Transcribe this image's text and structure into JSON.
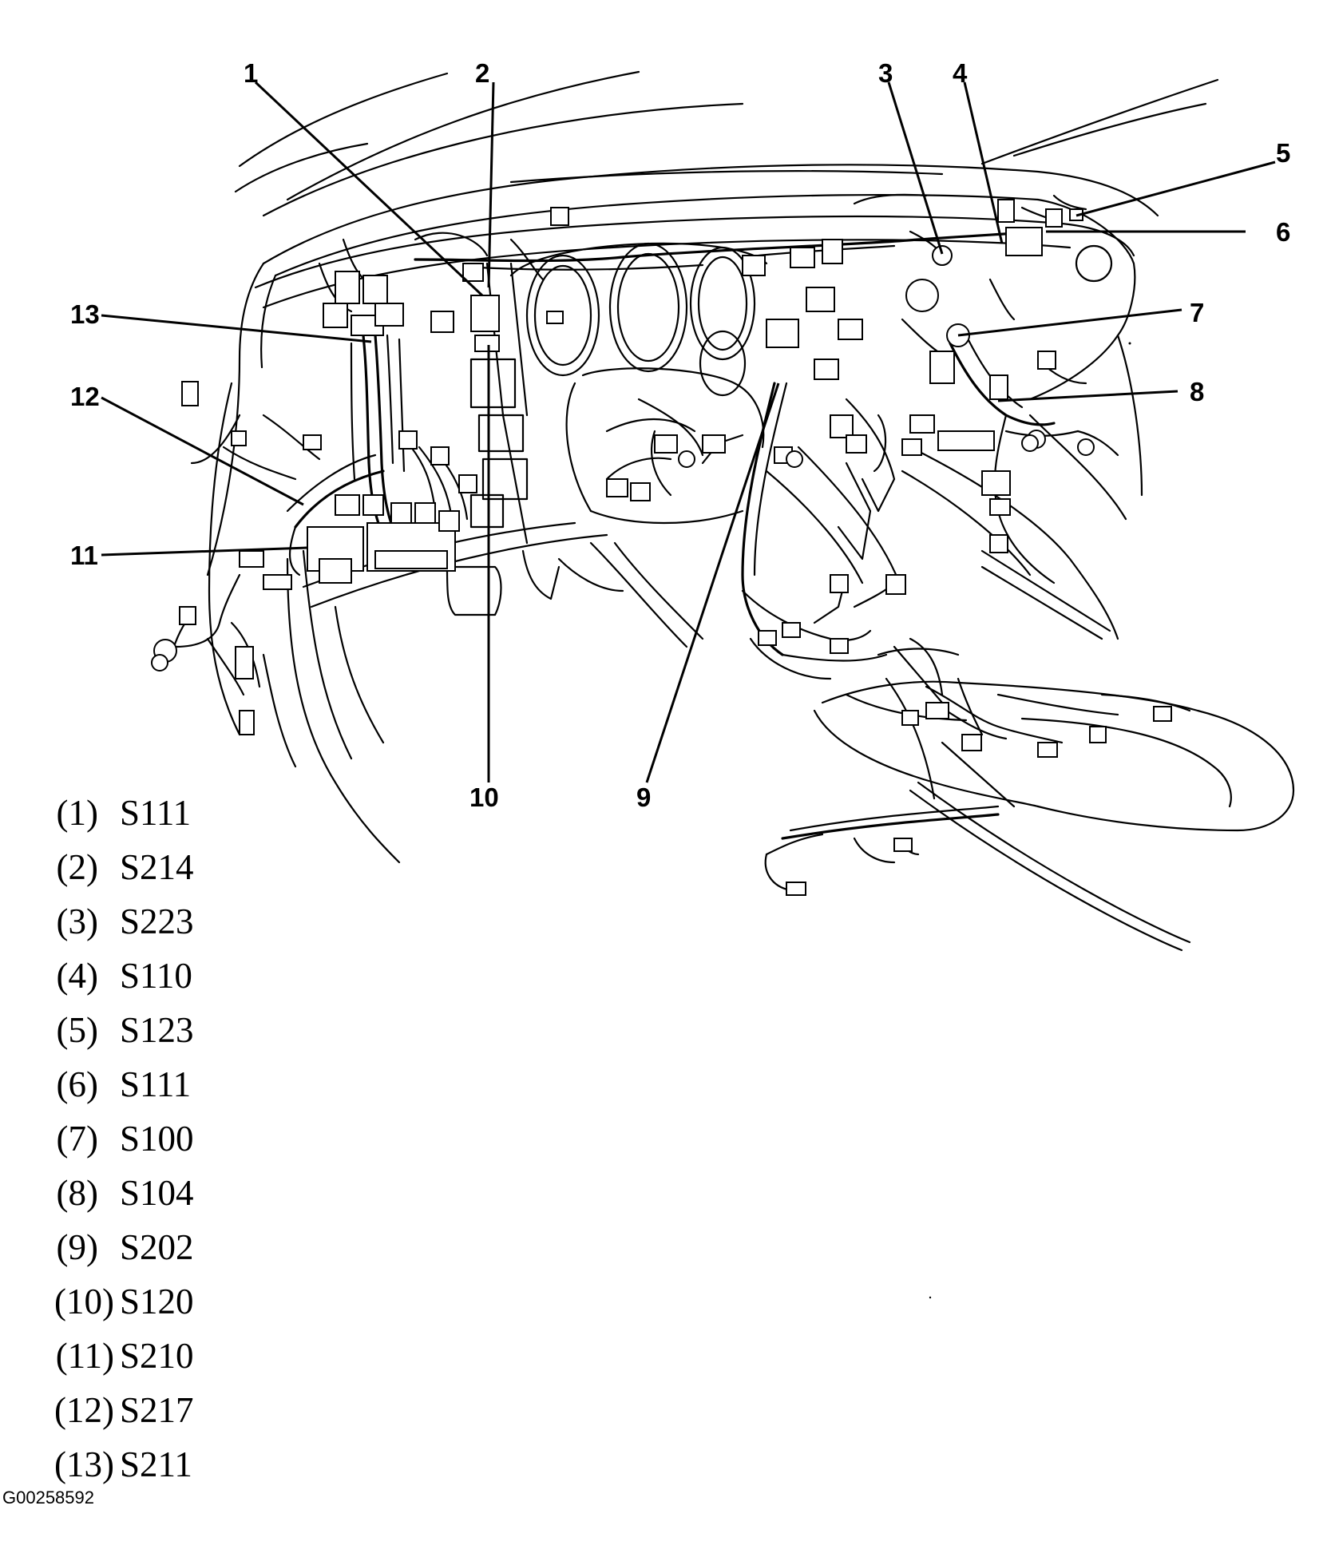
{
  "diagram": {
    "callouts": [
      "1",
      "2",
      "3",
      "4",
      "5",
      "6",
      "7",
      "8",
      "9",
      "10",
      "11",
      "12",
      "13"
    ],
    "legend": [
      {
        "num": "(1)",
        "code": "S111"
      },
      {
        "num": "(2)",
        "code": "S214"
      },
      {
        "num": "(3)",
        "code": "S223"
      },
      {
        "num": "(4)",
        "code": "S110"
      },
      {
        "num": "(5)",
        "code": "S123"
      },
      {
        "num": "(6)",
        "code": "S111"
      },
      {
        "num": "(7)",
        "code": "S100"
      },
      {
        "num": "(8)",
        "code": "S104"
      },
      {
        "num": "(9)",
        "code": "S202"
      },
      {
        "num": "(10)",
        "code": "S120"
      },
      {
        "num": "(11)",
        "code": "S210"
      },
      {
        "num": "(12)",
        "code": "S217"
      },
      {
        "num": "(13)",
        "code": "S211"
      }
    ],
    "figure_id": "G00258592"
  }
}
